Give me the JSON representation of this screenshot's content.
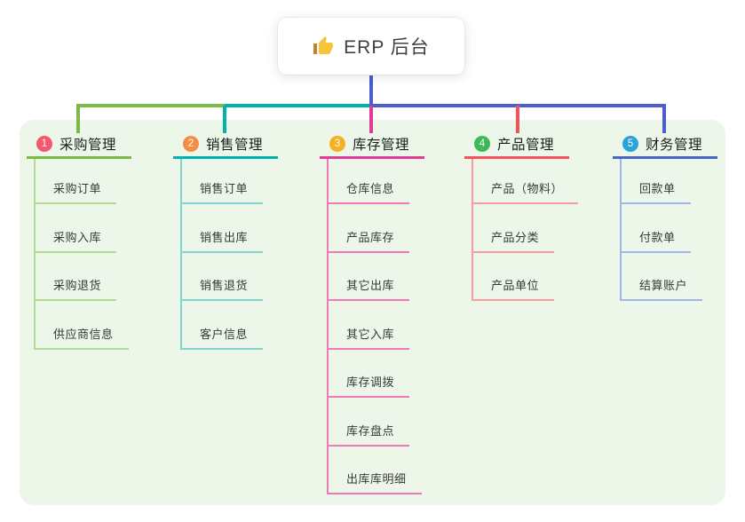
{
  "root": {
    "label": "ERP 后台",
    "icon": "thumbs-up-icon"
  },
  "theme": {
    "panel_bg": "#edf7e9",
    "trunk_color": "#4a5ed0",
    "root_text_color": "#3d4145"
  },
  "branches": [
    {
      "num": "1",
      "label": "采购管理",
      "badge_color": "#f4586c",
      "line_color": "#7cb946",
      "child_line_color": "#b3da8e",
      "children": [
        "采购订单",
        "采购入库",
        "采购退货",
        "供应商信息"
      ]
    },
    {
      "num": "2",
      "label": "销售管理",
      "badge_color": "#f68c44",
      "line_color": "#00b3ac",
      "child_line_color": "#7fd6d0",
      "children": [
        "销售订单",
        "销售出库",
        "销售退货",
        "客户信息"
      ]
    },
    {
      "num": "3",
      "label": "库存管理",
      "badge_color": "#f6b021",
      "line_color": "#e13a97",
      "child_line_color": "#f07ab8",
      "children": [
        "仓库信息",
        "产品库存",
        "其它出库",
        "其它入库",
        "库存调拨",
        "库存盘点",
        "出库库明细"
      ]
    },
    {
      "num": "4",
      "label": "产品管理",
      "badge_color": "#3dba57",
      "line_color": "#f7525a",
      "child_line_color": "#f99ba0",
      "children": [
        "产品（物料）",
        "产品分类",
        "产品单位"
      ]
    },
    {
      "num": "5",
      "label": "财务管理",
      "badge_color": "#29a3dc",
      "line_color": "#4a67c8",
      "child_line_color": "#9fb7e6",
      "children": [
        "回款单",
        "付款单",
        "结算账户"
      ]
    }
  ]
}
